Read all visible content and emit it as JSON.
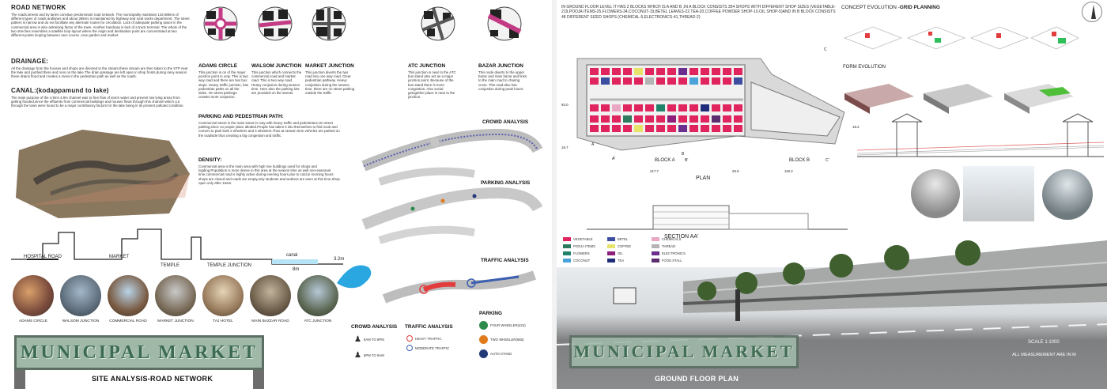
{
  "left": {
    "road_network": {
      "title": "ROAD NETWORK",
      "text": "The roads,streets and by lanes consitue predominant road network. The municipality maintains 142.88kms of different types of roads andlanes and about 28kms is maintained by highway and rural works department. The street pattern is narrow and do not facilitate any alternate routes for circulation. Lack of adequate parking space in the commercial area is also astraining factor of the town. Another handicap is lack of a truck terminal. The whole of the two streches resembles a satellite loop layout where the origin and destination point are concentrated at two different points looping between race course ,rose garden and market."
    },
    "drainage": {
      "title": "DRAINAGE:",
      "text": "All the drainage from the houses and shops are directed to the stream.these stream are then taken to the STP near the lake and purified there and runs on the lake.The drain passage are left open in shop fronts,during rainy season these drains flood and creates a mess in the pedestrian path as well as the roads."
    },
    "canal": {
      "title": "CANAL:(kodappamund to lake)",
      "text": "The main purpose of the 4.9ms 4.9m channel was to free flow of storm water and prevent low lying areas from getting flooded,since the effluents from commercial buildings and houses flows through this channel which cut through the town were found to be a major contributory factors for the lake being in its present polluted condition."
    },
    "junctions": [
      {
        "name": "ADAMS CIRCLE",
        "text": "This junction is on of the major junction point in ooty. This is two way road and there are two bus stops. Heavy traffic junction, has pedestrian paths on all the sides. On street parkings creates more conjusion."
      },
      {
        "name": "WALSOM JUNCTION",
        "text": "This junction which connects the commercial road and market road. This is two way road. Heavy conjusion during season time. Here also the parking lots are provided on the streets."
      },
      {
        "name": "MARKET JUNCTION",
        "text": "This junction diverts the two road into one way road. Clear pedestrian pathway. Heavy conjustion during the season time, there are on street parking outside the traffic"
      },
      {
        "name": "ATC JUNCTION",
        "text": "This junction is near to the ATC bus stand also act as a major junction point. Because of the bus stand there is more congestion. Also social getogether place is near to the junction."
      },
      {
        "name": "BAZAR JUNCTION",
        "text": "This node diverts to the upper bazar and main bazar and links to the main road to charing cross. This road also has conjustion during peak hours."
      }
    ],
    "parking_path": {
      "title": "PARKING AND PEDESTRIAN PATH:",
      "text": "Commercial street is the main street in ooty with heavy traffic and pedestrians.On street parking,since no proper place allotted.People has taken it into themselves to find nook and corners to park both 2 wheelers and 4 wheelers.Thus at season time vehicles are parked on the roadside thus creating a big congestion and traffic."
    },
    "density": {
      "title": "DENSITY:",
      "text": "Commercial area is the main area with high rise buildings used for shops and logding.Population is more dense in this area at the season time as well non-seasonal time.commercial road is highly active during evening hours,due to cold,in morning hours shops are closed and roads are empty,only students and workers are seen at this time.Shop open only after 10am."
    },
    "analysis_titles": {
      "crowd": "CROWD ANALYSIS",
      "parking": "PARKING ANALYSIS",
      "traffic": "TRAFFIC ANALYSIS"
    },
    "section_labels": {
      "hospital_road": "HOSPITAL ROAD",
      "market": "MARKET",
      "temple": "TEMPLE",
      "temple_junction": "TEMPLE JUNCTION",
      "canal": "canal",
      "dim_32": "3.2m",
      "dim_8": "8m"
    },
    "photos": [
      "ADAMS CIRCLE",
      "WALSOM JUNCTION",
      "COMMERCIAL ROAD",
      "MARKET JUNCTION",
      "TAJ HOTEL",
      "MAIN BAZZAR ROAD",
      "ATC JUNCTION"
    ],
    "crowd_legend": {
      "title": "CROWD ANALYSIS",
      "items": [
        "8AM TO 8PM",
        "8PM TO 8AM"
      ]
    },
    "traffic_legend": {
      "title": "TRAFFIC ANALYSIS",
      "items": [
        "HEAVY TRAFFIC",
        "MODERATE TRAFFIC"
      ]
    },
    "parking_legend": {
      "title": "PARKING",
      "items": [
        {
          "label": "FOUR WHEELER(434)",
          "color": "#2d8a4a"
        },
        {
          "label": "TWO WHEELER(665)",
          "color": "#e07b1c"
        },
        {
          "label": "AUTO STAND",
          "color": "#243a78"
        }
      ]
    },
    "sign": "MUNICIPAL MARKET",
    "footer": "SITE ANALYSIS-ROAD NETWORK"
  },
  "right": {
    "intro": "IN GROUND FLOOR LEVEL IT HAS 2 BLOCKS WHICH IS A AND B ,IN A BLOCK CONSISTS 354 SHOPS WITH DIFFERENT SHOP SIZES (VEGETABLE-219,POOJA ITEMS-25,FLOWERS-34,COCONUT-19,BETEL LEAVES-22,TEA-20,COFFEE POWDER SHOP-10,OIL SHOP-5)AND IN B BLOCK CONSISTS 48 DIFFERENT SIZED SHOPS (CHEMICAL-5,ELECTRONICS-41,THREAD-2)",
    "concept_title": "CONCEPT EVOLUTION -",
    "concept_title_bold": "GRID PLANNING",
    "form_title": "FORM EVOLUTION",
    "plan_labels": {
      "block_a": "BLOCK A",
      "block_b": "BLOCK B",
      "plan": "PLAN",
      "a": "A",
      "a_prime": "A'",
      "b": "B",
      "b_prime": "B'",
      "c": "C",
      "c_prime": "C'",
      "dim_1": "217.7",
      "dim_2": "26.5",
      "dim_3": "119.2",
      "dim_left": "92.0",
      "dim_small": "16.7",
      "dim_right": "18.2"
    },
    "section_title": "SECTION AA'",
    "shop_legend": [
      {
        "label": "VEGETABLE",
        "color": "#e0245e"
      },
      {
        "label": "BETEL",
        "color": "#3d4ea0"
      },
      {
        "label": "CHEMICALS",
        "color": "#e9a7c4"
      },
      {
        "label": "POOJA ITEMS",
        "color": "#2e7a5f"
      },
      {
        "label": "COFFEE",
        "color": "#e7e26a"
      },
      {
        "label": "THREAD",
        "color": "#b4b4b4"
      },
      {
        "label": "FLOWERS",
        "color": "#21826c"
      },
      {
        "label": "OIL",
        "color": "#8d1f7a"
      },
      {
        "label": "ELECTRONICS",
        "color": "#6b2d8e"
      },
      {
        "label": "COCONUT",
        "color": "#4aa3d8"
      },
      {
        "label": "TEA",
        "color": "#1e2c7a"
      },
      {
        "label": "FOOD STALL",
        "color": "#5b2d6e"
      }
    ],
    "scale": "SCALE 1:1000",
    "measure": "ALL MEASUREMENT ARE IN M",
    "sign": "MUNICIPAL MARKET",
    "footer": "GROUND FLOOR PLAN"
  },
  "colors": {
    "accent_pink": "#d63a7a",
    "sign_green": "#3c6b51",
    "water_blue": "#2aa6e0",
    "traffic_red": "#e23c3c"
  }
}
